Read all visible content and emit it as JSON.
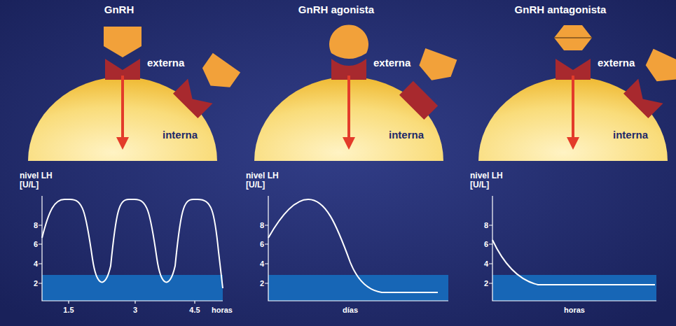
{
  "diagram": {
    "labels": [
      "GnRH",
      "externa",
      "interna",
      "nivel LH [U/L]",
      "8",
      "6",
      "4",
      "2",
      "1.5",
      "3",
      "4.5",
      "horas",
      "GnRH agonista",
      "externa",
      "interna",
      "nivel LH [U/L]",
      "8",
      "6",
      "4",
      "2",
      "días",
      "GnRH antagonista",
      "externa",
      "interna",
      "nivel LH [U/L]",
      "8",
      "6",
      "4",
      "2",
      "horas"
    ]
  }
}
